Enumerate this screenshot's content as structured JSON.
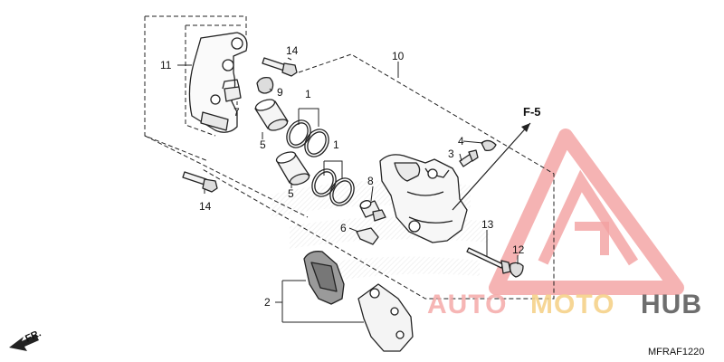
{
  "callouts": {
    "c1a": "1",
    "c1b": "1",
    "c2": "2",
    "c3": "3",
    "c4": "4",
    "c5a": "5",
    "c5b": "5",
    "c6": "6",
    "c7": "7",
    "c8": "8",
    "c9": "9",
    "c10": "10",
    "c11": "11",
    "c12": "12",
    "c13": "13",
    "c14a": "14",
    "c14b": "14"
  },
  "front_ref": "F-5",
  "direction_label": "FR.",
  "diagram_code": "MFRAF1220",
  "watermark": {
    "part1": "AUTO",
    "part2": "MOTO",
    "part3": "HUB",
    "color1": "#f4a9a8",
    "color2": "#f5d28a",
    "color3": "#555555"
  }
}
